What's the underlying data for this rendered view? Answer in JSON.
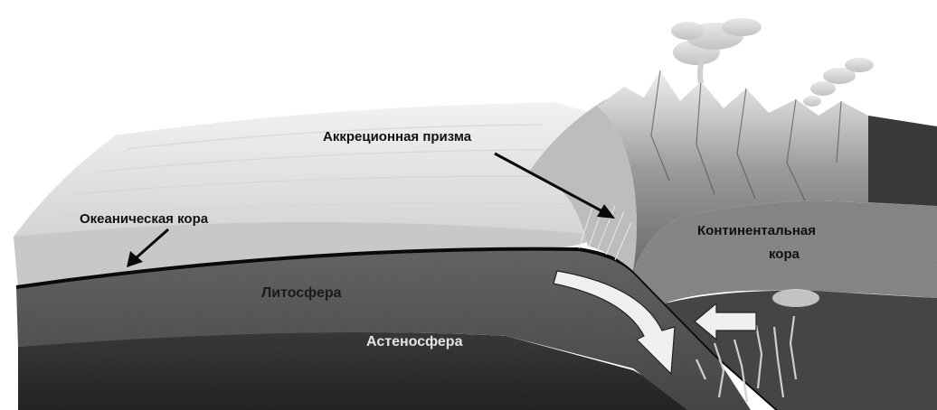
{
  "labels": {
    "accretionary_prism": "Аккреционная призма",
    "oceanic_crust": "Океаническая кора",
    "continental_crust_line1": "Континентальная",
    "continental_crust_line2": "кора",
    "lithosphere": "Литосфера",
    "asthenosphere": "Астеносфера"
  },
  "colors": {
    "ocean_surface": "#dcdcdc",
    "lithosphere": "#555555",
    "asthenosphere": "#2f2f2f",
    "continental_crust": "#8a8a8a",
    "arrow_fill": "#eeeeee"
  }
}
